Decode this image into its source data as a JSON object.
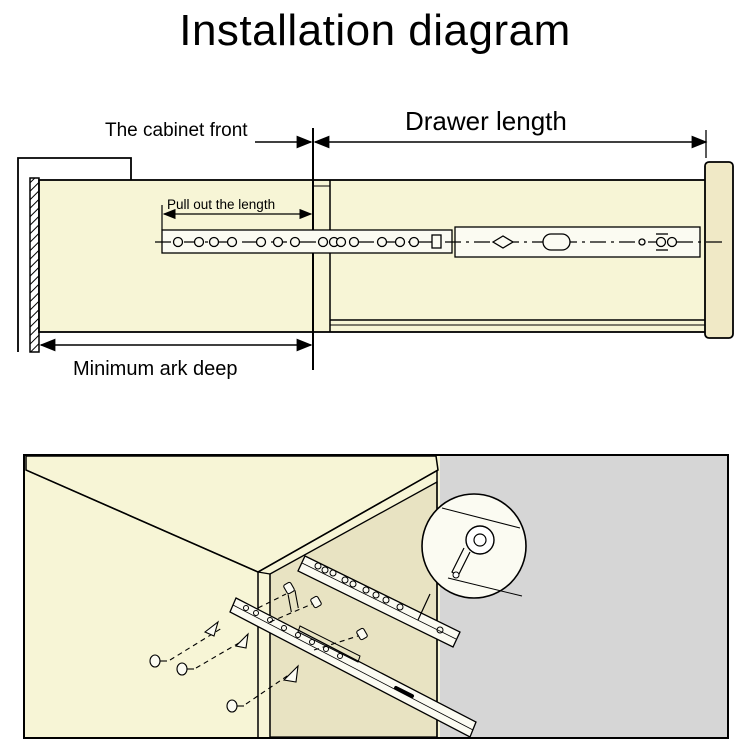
{
  "title": "Installation diagram",
  "top_diagram": {
    "labels": {
      "cabinet_front": "The cabinet front",
      "drawer_length": "Drawer length",
      "pull_out_length": "Pull out the length",
      "minimum_ark_deep": "Minimum ark deep"
    }
  },
  "colors": {
    "panel_fill": "#f7f5d6",
    "wall_gray": "#d6d6d6",
    "cabinet_inside": "#ebe6c6",
    "line": "#000000"
  },
  "icons": [
    "screw-icon",
    "magnified-detail-circle",
    "drawer-slide-rail"
  ]
}
